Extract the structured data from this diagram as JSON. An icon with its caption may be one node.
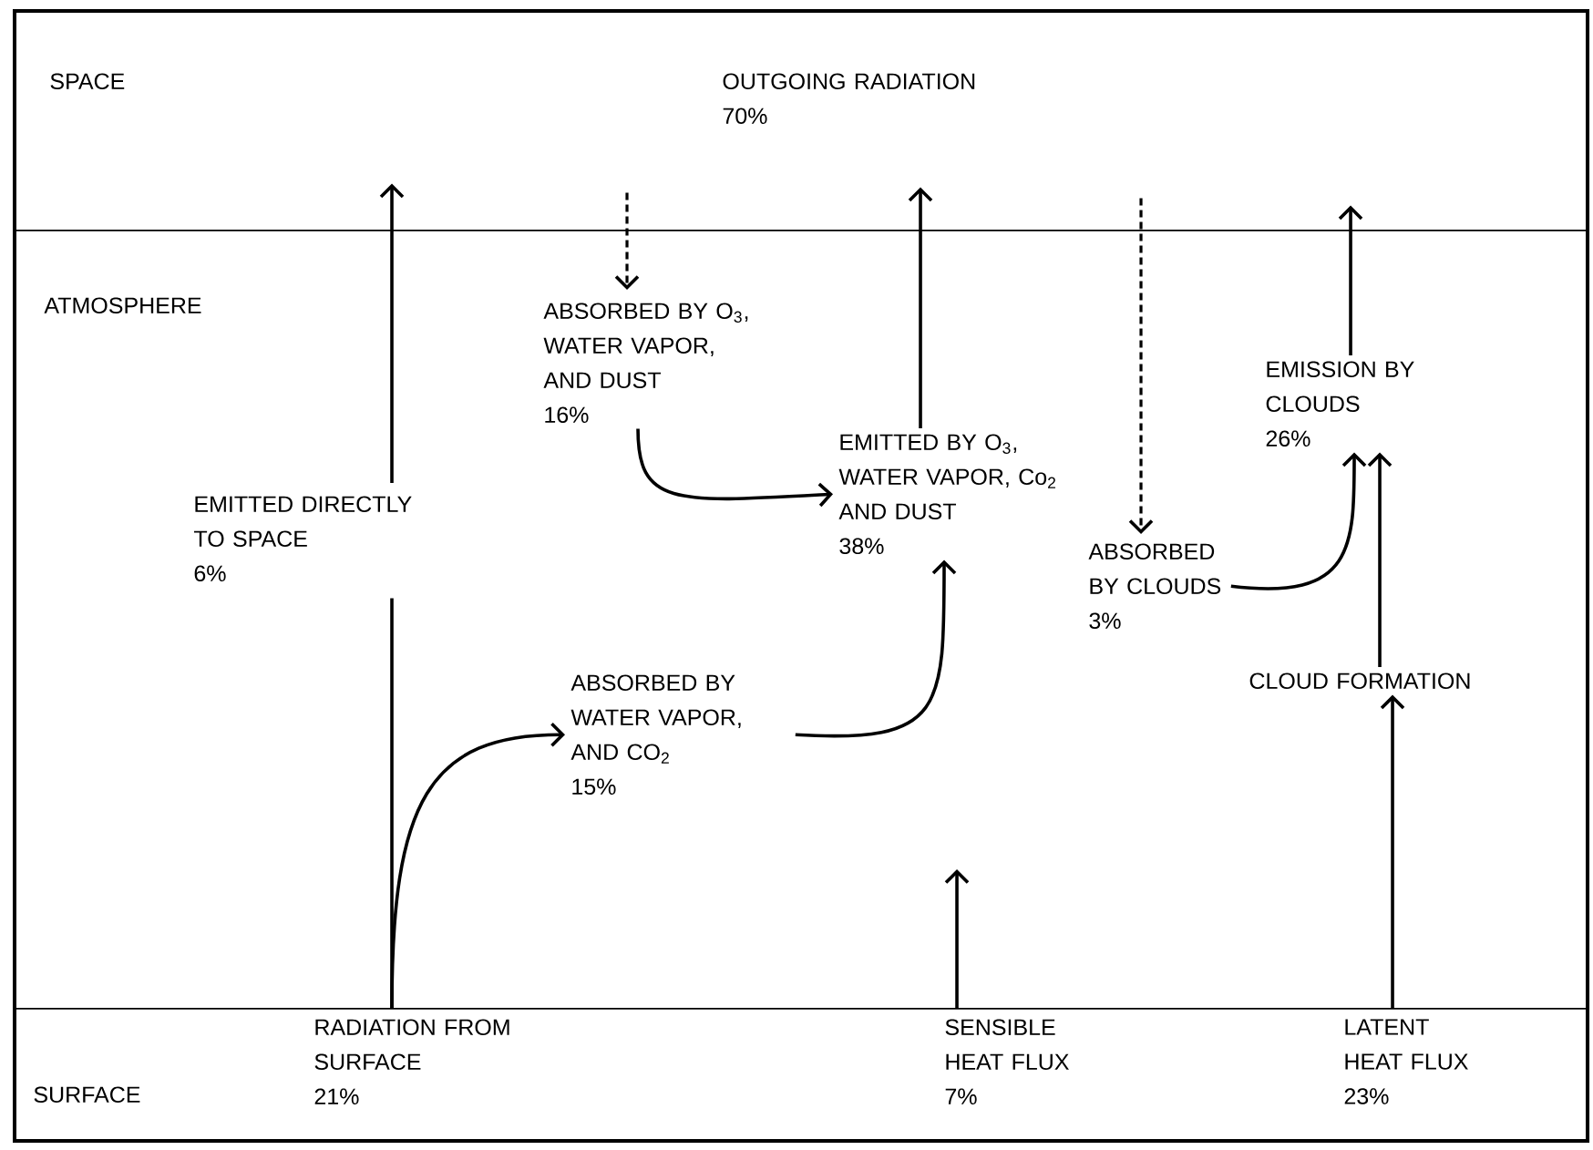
{
  "diagram": {
    "nodes": [
      {
        "text": [
          "SPACE"
        ]
      },
      {
        "text": [
          "OUTGOING RADIATION",
          "70%"
        ],
        "in": 0
      },
      {
        "text": [
          "ATMOSPHERE"
        ]
      },
      {
        "text": [
          "EMITTED DIRECTLY TO SPACE",
          "6%"
        ],
        "in": 2
      },
      {
        "text": [
          "ABSORBED BY O$_{3}$, WATER VAPOR, AND DUST",
          "16%"
        ],
        "in": 2
      },
      {
        "text": [
          "EMITTED BY O$_{3}$, WATER VAPOR, Co$_{2}$ AND DUST",
          "38%"
        ],
        "in": 2
      },
      {
        "text": [
          "ABSORBED BY CLOUDS",
          "3%"
        ],
        "in": 2
      },
      {
        "text": [
          "EMISSION BY CLOUDS",
          "26%"
        ],
        "in": 2
      },
      {
        "text": [
          "CLOUD FORMATION"
        ],
        "in": 2
      },
      {
        "text": [
          "ABSORBED BY WATER VAPOR, AND CO$_{2}$",
          "15%"
        ],
        "in": 2
      },
      {
        "text": [
          "SURFACE"
        ]
      },
      {
        "text": [
          "RADIATION FROM SURFACE",
          "21%"
        ],
        "in": 10
      },
      {
        "text": [
          "SENSIBLE HEAT FLUX",
          "7%"
        ],
        "in": 10
      },
      {
        "text": [
          "LATENT HEAT FLUX",
          "23%"
        ],
        "in": 10
      }
    ],
    "edges": [
      {
        "from": 11,
        "to": 3,
        "arrow": "none"
      },
      {
        "from": 3,
        "to": 0,
        "arrow": "to"
      },
      {
        "from": 11,
        "to": 9,
        "arrow": "to"
      },
      {
        "from": 0,
        "to": 4,
        "arrow": "to",
        "style": "dashed"
      },
      {
        "from": 4,
        "to": 5,
        "arrow": "to"
      },
      {
        "from": 9,
        "to": 5,
        "arrow": "to"
      },
      {
        "from": 5,
        "to": 0,
        "arrow": "to"
      },
      {
        "from": 0,
        "to": 6,
        "arrow": "to",
        "style": "dashed"
      },
      {
        "from": 6,
        "to": 7,
        "arrow": "to"
      },
      {
        "from": 8,
        "to": 7,
        "arrow": "to"
      },
      {
        "from": 7,
        "to": 0,
        "arrow": "to"
      },
      {
        "from": 13,
        "to": 8,
        "arrow": "to"
      },
      {
        "from": 12,
        "to": null,
        "arrow": "to"
      }
    ]
  }
}
